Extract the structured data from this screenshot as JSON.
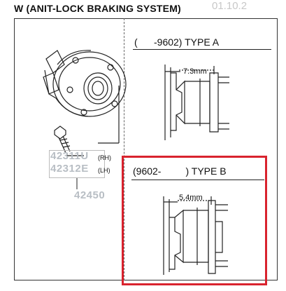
{
  "header": {
    "title": "W (ANIT-LOCK BRAKING SYSTEM)",
    "stamp": "01.10.2"
  },
  "type_a": {
    "label": "(      -9602) TYPE A",
    "dimension": "7.3mm"
  },
  "type_b": {
    "label": "(9602-         ) TYPE B",
    "dimension": "5.4mm"
  },
  "parts": {
    "part_rh": "42311U",
    "part_rh_side": "(RH)",
    "part_lh": "42312E",
    "part_lh_side": "(LH)",
    "part_assembly": "42450"
  },
  "colors": {
    "highlight": "#d9232e",
    "part_number": "#b8bec4"
  },
  "icons": [
    "hub-bearing-drawing",
    "hub-bolt-drawing",
    "hub-section-type-a",
    "hub-section-type-b"
  ]
}
